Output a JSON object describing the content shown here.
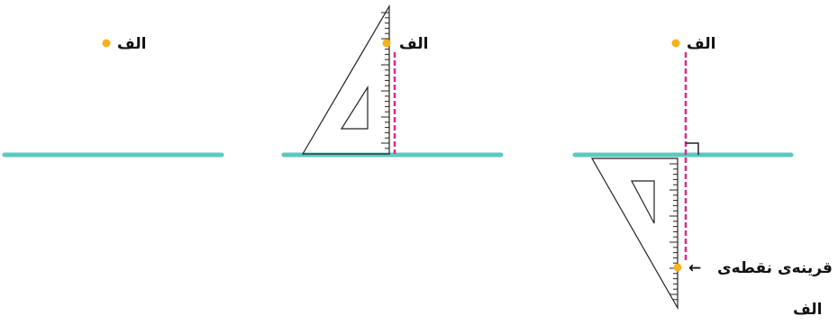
{
  "colors": {
    "line": "#5cc8bf",
    "point": "#f5b21e",
    "dashed": "#e0288c",
    "ruler": "#222222",
    "background": "#ffffff"
  },
  "panels": [
    {
      "id": "step1",
      "point_label": "الف"
    },
    {
      "id": "step2",
      "point_label": "الف",
      "tool": "set-square"
    },
    {
      "id": "step3",
      "point_label": "الف",
      "tool": "set-square",
      "image_label_line1": "قرینه‌ی نقطه‌ی",
      "image_label_line2": "الف",
      "arrow": "←"
    }
  ]
}
